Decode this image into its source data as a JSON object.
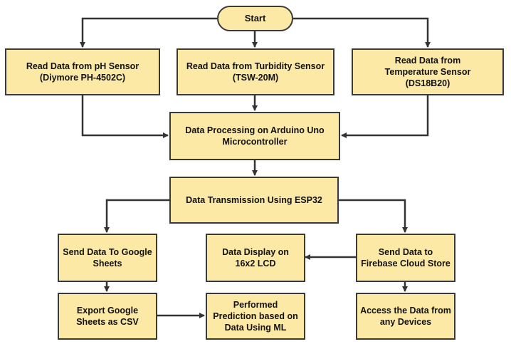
{
  "colors": {
    "node_fill": "#fde9a6",
    "border": "#3a3a3a",
    "arrow": "#333333"
  },
  "nodes": {
    "start": "Start",
    "ph": "Read Data from pH Sensor\n(Diymore PH-4502C)",
    "turbidity": "Read Data from Turbidity Sensor\n(TSW-20M)",
    "temperature": "Read Data from\nTemperature Sensor\n(DS18B20)",
    "processing": "Data Processing on Arduino Uno\nMicrocontroller",
    "transmission": "Data Transmission Using ESP32",
    "google": "Send Data To Google\nSheets",
    "lcd": "Data Display on\n16x2 LCD",
    "firebase": "Send Data to\nFirebase Cloud Store",
    "export": "Export Google\nSheets as CSV",
    "ml": "Performed\nPrediction based on\nData Using ML",
    "access": "Access the Data from\nany Devices"
  },
  "edges": [
    [
      "start",
      "ph"
    ],
    [
      "start",
      "turbidity"
    ],
    [
      "start",
      "temperature"
    ],
    [
      "ph",
      "processing"
    ],
    [
      "turbidity",
      "processing"
    ],
    [
      "temperature",
      "processing"
    ],
    [
      "processing",
      "transmission"
    ],
    [
      "transmission",
      "google"
    ],
    [
      "transmission",
      "firebase"
    ],
    [
      "firebase",
      "lcd"
    ],
    [
      "google",
      "export"
    ],
    [
      "export",
      "ml"
    ],
    [
      "firebase",
      "access"
    ]
  ]
}
